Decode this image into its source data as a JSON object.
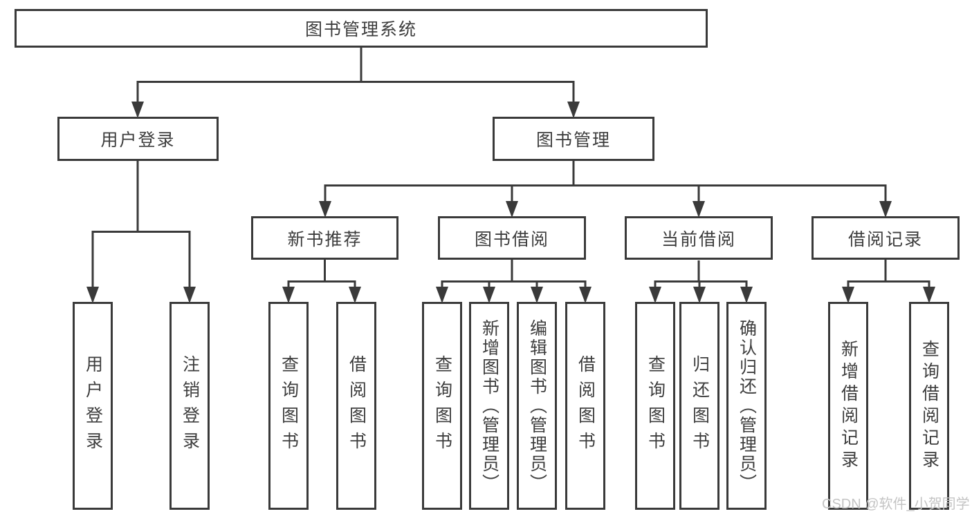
{
  "tree": {
    "root": {
      "label": "图书管理系统"
    },
    "user_login": {
      "label": "用户登录",
      "leaves": [
        "用户登录",
        "注销登录"
      ]
    },
    "book_mgmt": {
      "label": "图书管理",
      "sections": [
        {
          "label": "新书推荐",
          "leaves": [
            "查询图书",
            "借阅图书"
          ]
        },
        {
          "label": "图书借阅",
          "leaves": [
            "查询图书",
            "新增图书（管理员）",
            "编辑图书（管理员）",
            "借阅图书"
          ]
        },
        {
          "label": "当前借阅",
          "leaves": [
            "查询图书",
            "归还图书",
            "确认归还（管理员）"
          ]
        },
        {
          "label": "借阅记录",
          "leaves": [
            "新增借阅记录",
            "查询借阅记录"
          ]
        }
      ]
    }
  },
  "watermark": {
    "text": "CSDN @软件_小贺同学"
  },
  "colors": {
    "line": "#3a3a3a",
    "text": "#3d3d3d",
    "watermark": "#c4c4c4",
    "background": "#ffffff"
  }
}
